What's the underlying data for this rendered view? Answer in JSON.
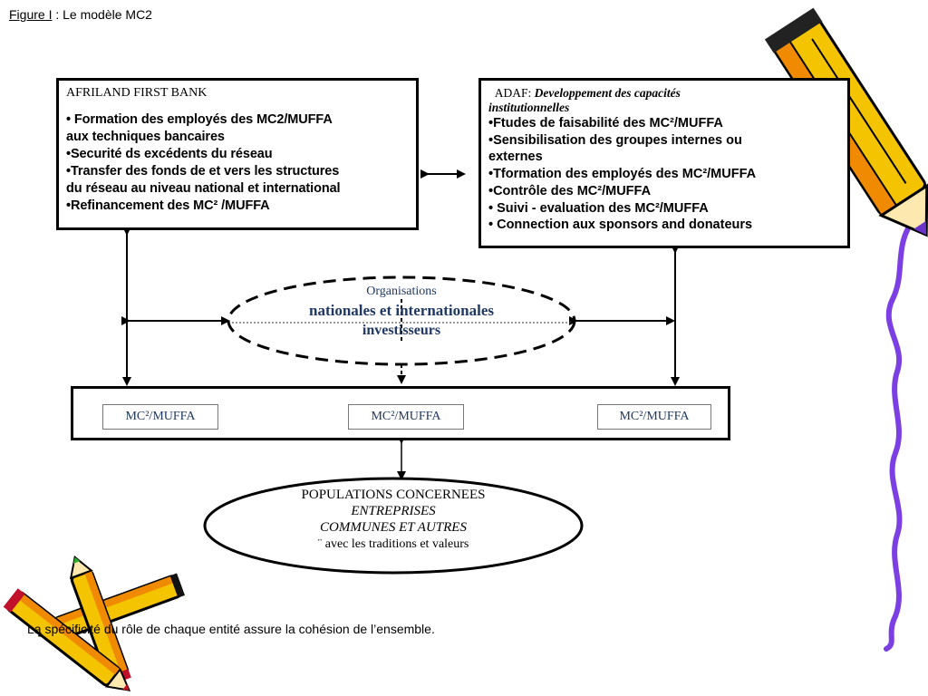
{
  "caption": {
    "label": "Figure I",
    "text": " : Le modèle MC2"
  },
  "afriland": {
    "title": "AFRILAND FIRST BANK",
    "items": [
      "• Formation des employés des MC2/MUFFA",
      "aux  techniques  bancaires",
      "•Securité  ds excédents du réseau",
      "•Transfer des fonds de et vers les structures",
      "du réseau  au niveau  national et international",
      "•Refinancement des  MC² /MUFFA"
    ]
  },
  "adaf": {
    "title": "ADAF: ",
    "title_italic": "Developpement  des capacités",
    "title_italic_2": "institutionnelles",
    "items": [
      "•Ftudes de  faisabilité  des  MC²/MUFFA",
      "•Sensibilisation des groupes  internes ou",
      "externes",
      "•Tformation des employés   des MC²/MUFFA",
      "•Contrôle des  MC²/MUFFA",
      "•  Suivi - evaluation   des MC²/MUFFA",
      "•  Connection  aux sponsors and donateurs"
    ]
  },
  "organisations": {
    "line1": "Organisations",
    "line2": "nationales et internationales",
    "line3": "investisseurs"
  },
  "mc2_boxes": [
    "MC²/MUFFA",
    "MC²/MUFFA",
    "MC²/MUFFA"
  ],
  "populations": {
    "line1": "POPULATIONS CONCERNEES",
    "line2": "ENTREPRISES",
    "line3": "COMMUNES ET AUTRES",
    "line4": "¨ avec les traditions et valeurs"
  },
  "footer": "La spécificité du  rôle de chaque entité assure la cohésion de l’ensemble.",
  "colors": {
    "pencil_yellow": "#f5c400",
    "pencil_orange": "#f08a00",
    "squiggle": "#7b3fe4",
    "navy": "#1f3864"
  },
  "icons": [
    "pencil-icon",
    "pencils-icon",
    "squiggle-line"
  ]
}
